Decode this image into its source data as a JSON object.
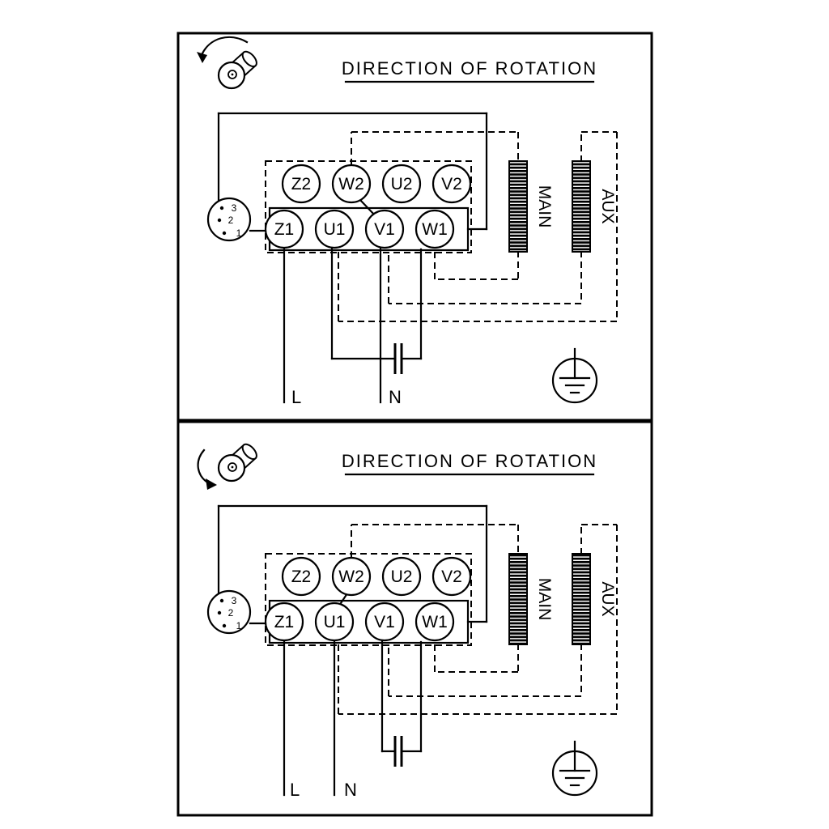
{
  "panels": [
    {
      "title": "DIRECTION OF ROTATION",
      "rotation_icon": "shaft-rotation-ccw-icon",
      "terminals_top": [
        "Z2",
        "W2",
        "U2",
        "V2"
      ],
      "terminals_bottom": [
        "Z1",
        "U1",
        "V1",
        "W1"
      ],
      "selector_positions": [
        "3",
        "2",
        "1"
      ],
      "windings": {
        "main": "MAIN",
        "aux": "AUX"
      },
      "power": {
        "line": "L",
        "neutral": "N"
      },
      "symbols": {
        "capacitor": "capacitor-symbol",
        "earth": "earth-ground-symbol"
      }
    },
    {
      "title": "DIRECTION OF ROTATION",
      "rotation_icon": "shaft-rotation-cw-icon",
      "terminals_top": [
        "Z2",
        "W2",
        "U2",
        "V2"
      ],
      "terminals_bottom": [
        "Z1",
        "U1",
        "V1",
        "W1"
      ],
      "selector_positions": [
        "3",
        "2",
        "1"
      ],
      "windings": {
        "main": "MAIN",
        "aux": "AUX"
      },
      "power": {
        "line": "L",
        "neutral": "N"
      },
      "symbols": {
        "capacitor": "capacitor-symbol",
        "earth": "earth-ground-symbol"
      }
    }
  ],
  "colors": {
    "ink": "#000000",
    "background": "#ffffff"
  }
}
